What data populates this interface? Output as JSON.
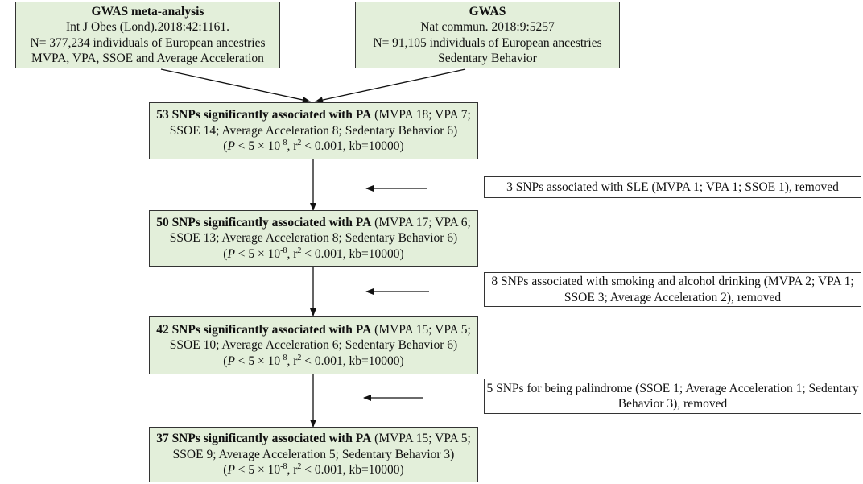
{
  "source_left": {
    "title": "GWAS meta-analysis",
    "line2": "Int J Obes (Lond).2018:42:1161.",
    "line3": "N= 377,234 individuals of European ancestries",
    "line4": "MVPA, VPA, SSOE and Average Acceleration"
  },
  "source_right": {
    "title": "GWAS",
    "line2": "Nat commun. 2018:9:5257",
    "line3": "N= 91,105 individuals of European ancestries",
    "line4": "Sedentary Behavior"
  },
  "threshold": {
    "p": "P",
    "lt": " < 5 × 10",
    "exp": "-8",
    "r": ", r",
    "r_exp": "2",
    "rest": " < 0.001, kb=10000)",
    "open": "("
  },
  "steps": [
    {
      "bold": "53 SNPs significantly associated with PA",
      "rest1": " (MVPA 18; VPA 7;",
      "line2": "SSOE 14; Average Acceleration 8; Sedentary Behavior 6)"
    },
    {
      "bold": "50 SNPs significantly associated with PA",
      "rest1": " (MVPA 17; VPA 6;",
      "line2": "SSOE 13; Average Acceleration 8; Sedentary Behavior 6)"
    },
    {
      "bold": "42 SNPs significantly associated with PA",
      "rest1": " (MVPA 15; VPA 5;",
      "line2": "SSOE 10; Average Acceleration 6; Sedentary Behavior 6)"
    },
    {
      "bold": "37 SNPs significantly associated with PA",
      "rest1": " (MVPA 15; VPA 5;",
      "line2": "SSOE 9; Average Acceleration 5; Sedentary Behavior 3)"
    }
  ],
  "exclusions": [
    {
      "line1": "3 SNPs associated with SLE (MVPA 1; VPA 1; SSOE 1), removed"
    },
    {
      "line1": "8 SNPs associated with smoking and alcohol drinking (MVPA 2; VPA 1;",
      "line2": "SSOE 3; Average Acceleration 2), removed"
    },
    {
      "line1": "5 SNPs for being palindrome (SSOE 1; Average Acceleration 1; Sedentary",
      "line2": "Behavior 3), removed"
    }
  ]
}
